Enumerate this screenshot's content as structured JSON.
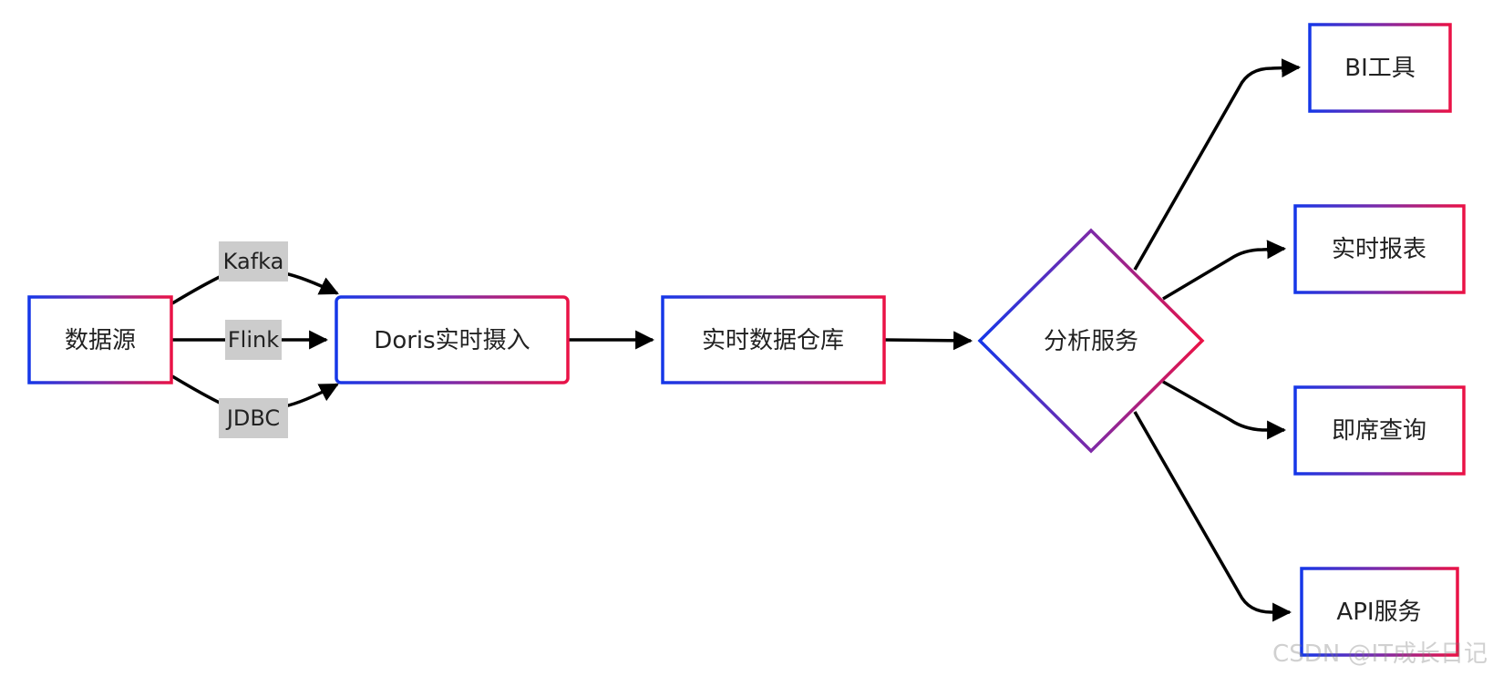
{
  "nodes": {
    "source": "数据源",
    "ingest": "Doris实时摄入",
    "warehouse": "实时数据仓库",
    "analysis": "分析服务",
    "bi": "BI工具",
    "report": "实时报表",
    "adhoc": "即席查询",
    "api": "API服务"
  },
  "edge_labels": {
    "kafka": "Kafka",
    "flink": "Flink",
    "jdbc": "JDBC"
  },
  "colors": {
    "gradient_start": "#1537e8",
    "gradient_end": "#ea1246",
    "edge": "#000000",
    "label_bg": "#cccccc"
  },
  "watermark": "CSDN @IT成长日记"
}
